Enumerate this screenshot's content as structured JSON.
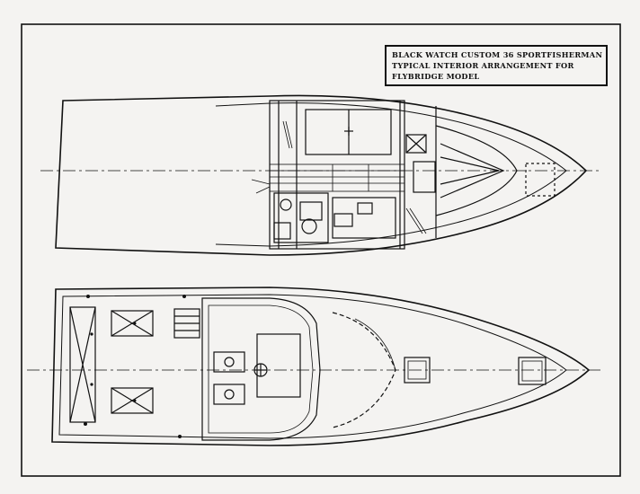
{
  "title": {
    "lines": [
      "BLACK WATCH CUSTOM 36 SPORTFISHERMAN",
      "TYPICAL INTERIOR ARRANGEMENT FOR",
      "FLYBRIDGE MODEL"
    ]
  },
  "colors": {
    "paper": "#f4f3f1",
    "ink": "#111111"
  }
}
